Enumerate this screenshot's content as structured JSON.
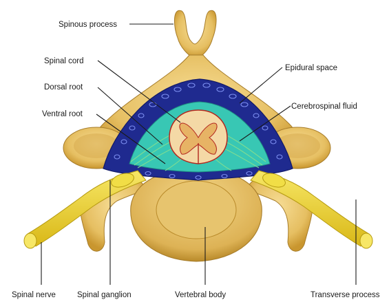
{
  "diagram": {
    "labels": {
      "spinous_process": "Spinous process",
      "spinal_cord": "Spinal cord",
      "dorsal_root": "Dorsal root",
      "ventral_root": "Ventral root",
      "epidural_space": "Epidural space",
      "cerebrospinal_fluid": "Cerebrospinal fluid",
      "spinal_nerve": "Spinal nerve",
      "spinal_ganglion": "Spinal ganglion",
      "vertebral_body": "Vertebral body",
      "transverse_process": "Transverse process"
    },
    "colors": {
      "bone": "#e9c46a",
      "bone_shade": "#c9962f",
      "bone_outline": "#a67c2a",
      "dura": "#1f2a8f",
      "csf": "#38c7b4",
      "cord": "#f4d9a6",
      "cord_outline": "#b3261e",
      "nerve": "#ecd227",
      "leader": "#1a1a1a"
    }
  }
}
